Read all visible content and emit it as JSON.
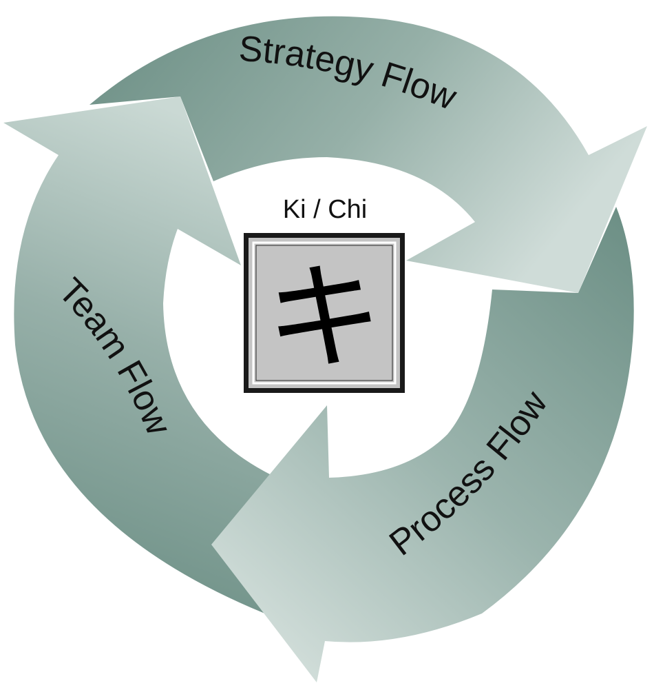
{
  "diagram": {
    "segments": [
      {
        "id": "strategy",
        "label": "Strategy Flow"
      },
      {
        "id": "process",
        "label": "Process Flow"
      },
      {
        "id": "team",
        "label": "Team Flow"
      }
    ],
    "center": {
      "title": "Ki / Chi",
      "glyph": "キ"
    },
    "colors": {
      "arrow_dark": "#6b8e84",
      "arrow_light": "#c9d8d3",
      "box_fill": "#c4c4c4",
      "box_border": "#1a1a1a"
    }
  }
}
